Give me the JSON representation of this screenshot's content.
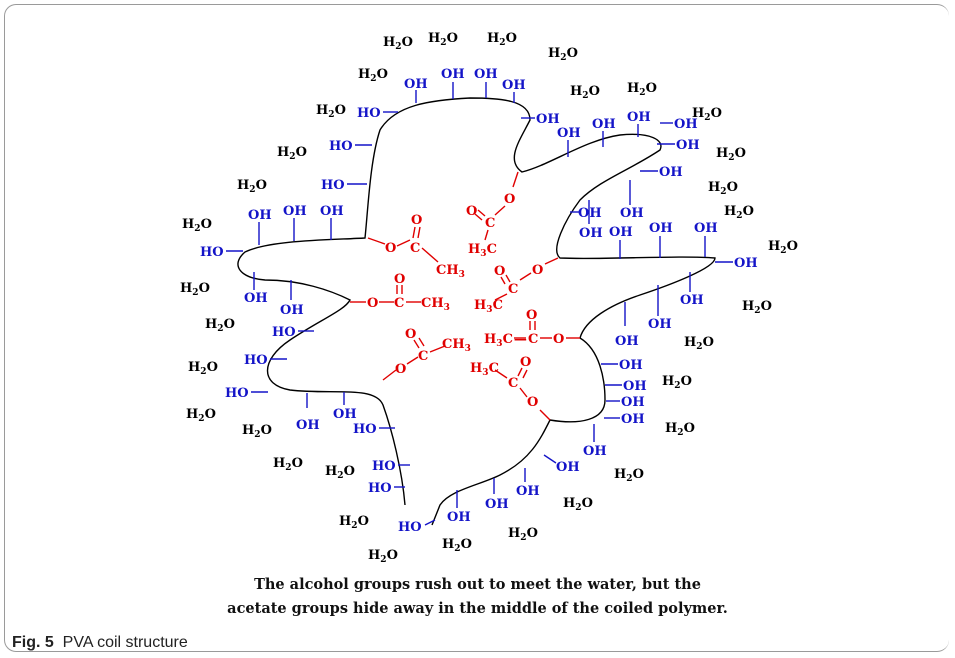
{
  "diagram": {
    "water_label": "H",
    "water_sub": "2",
    "water_o": "O",
    "hydroxyl_label": "OH",
    "hydroxyl_label_left": "HO",
    "acetate_o": "O",
    "acetate_c": "C",
    "acetate_ch3": "CH",
    "acetate_h3c": "H",
    "ch3_sub": "3",
    "colors": {
      "hydroxyl": "#1414c8",
      "acetate": "#e00000",
      "water": "#000000",
      "chain": "#000000"
    }
  },
  "caption_lines": [
    "The alcohol groups rush out to meet the water, but the",
    "acetate groups hide away in the middle of the coiled polymer."
  ],
  "figure": {
    "number": "Fig. 5",
    "title": "PVA coil structure"
  }
}
